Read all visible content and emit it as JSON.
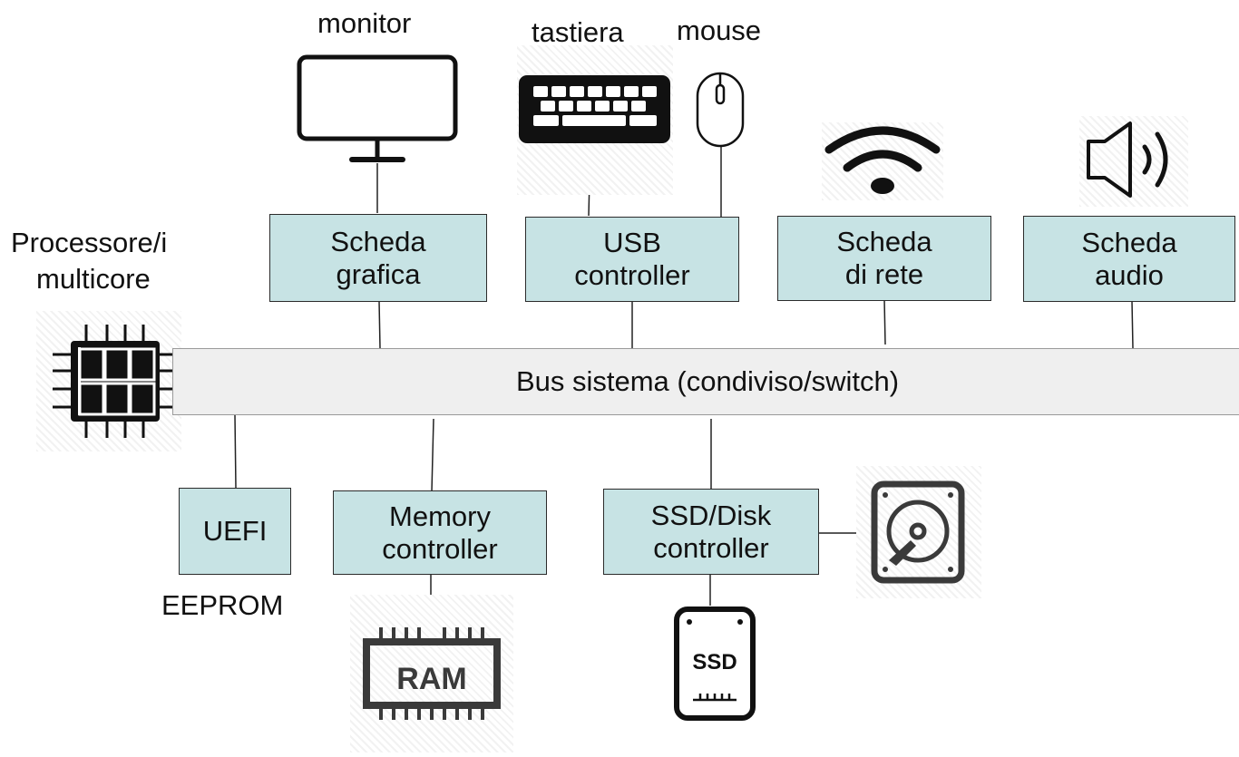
{
  "labels": {
    "monitor": "monitor",
    "tastiera": "tastiera",
    "mouse": "mouse",
    "processore_line1": "Processore/i",
    "processore_line2": "multicore",
    "eeprom": "EEPROM"
  },
  "boxes": {
    "scheda_grafica": [
      "Scheda",
      "grafica"
    ],
    "usb_controller": [
      "USB",
      "controller"
    ],
    "scheda_rete": [
      "Scheda",
      "di rete"
    ],
    "scheda_audio": [
      "Scheda",
      "audio"
    ],
    "uefi": "UEFI",
    "memory_controller": [
      "Memory",
      "controller"
    ],
    "disk_controller": [
      "SSD/Disk",
      "controller"
    ]
  },
  "bus": "Bus sistema (condiviso/switch)",
  "icons": {
    "ram_text": "RAM",
    "ssd_text": "SSD"
  },
  "colors": {
    "box_fill": "#c7e3e4",
    "bus_fill": "#efefef",
    "line": "#222222"
  }
}
